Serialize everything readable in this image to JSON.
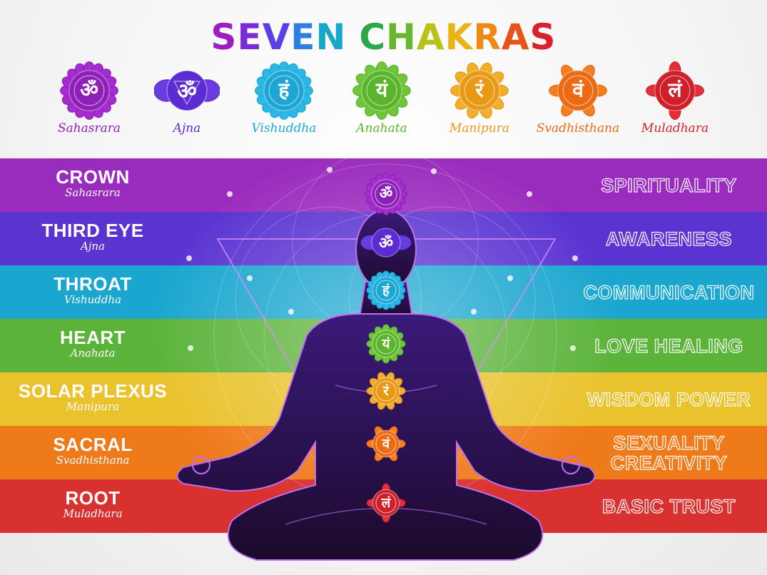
{
  "title": {
    "word1": "SEVEN",
    "word2": "CHAKRAS",
    "letters": [
      "S",
      "E",
      "V",
      "E",
      "N",
      " ",
      "C",
      "H",
      "A",
      "K",
      "R",
      "A",
      "S"
    ],
    "letter_colors": [
      "#9b1fc0",
      "#7a2bd8",
      "#5a3ee6",
      "#2e7fe0",
      "#17a7c9",
      "#ffffff",
      "#2aa84a",
      "#67b830",
      "#b9c219",
      "#e8b516",
      "#ee8a14",
      "#e5541a",
      "#d8212b"
    ]
  },
  "chakras": [
    {
      "id": "sahasrara",
      "symbol": "ॐ",
      "name": "Sahasrara",
      "band": "CROWN",
      "band_sub": "Sahasrara",
      "meaning": "SPIRITUALITY",
      "color": "#8e1fb7",
      "petal": "#a52ccf",
      "band_color": "#9a2cbd"
    },
    {
      "id": "ajna",
      "symbol": "ॐ",
      "name": "Ajna",
      "band": "THIRD EYE",
      "band_sub": "Ajna",
      "meaning": "AWARENESS",
      "color": "#5b2bd3",
      "petal": "#6b3be2",
      "band_color": "#5a33d1"
    },
    {
      "id": "vishuddha",
      "symbol": "हं",
      "name": "Vishuddha",
      "band": "THROAT",
      "band_sub": "Vishuddha",
      "meaning": "COMMUNICATION",
      "color": "#1da6d4",
      "petal": "#2cb8e6",
      "band_color": "#1aa6cf"
    },
    {
      "id": "anahata",
      "symbol": "यं",
      "name": "Anahata",
      "band": "HEART",
      "band_sub": "Anahata",
      "meaning": "LOVE HEALING",
      "color": "#5ab52c",
      "petal": "#6fc63a",
      "band_color": "#5bb33a"
    },
    {
      "id": "manipura",
      "symbol": "रं",
      "name": "Manipura",
      "band": "SOLAR PLEXUS",
      "band_sub": "Manipura",
      "meaning": "WISDOM POWER",
      "color": "#e89a16",
      "petal": "#f2ad2a",
      "band_color": "#e9c22c"
    },
    {
      "id": "svadhisthana",
      "symbol": "वं",
      "name": "Svadhisthana",
      "band": "SACRAL",
      "band_sub": "Svadhisthana",
      "meaning": "SEXUALITY\nCREATIVITY",
      "color": "#ec6a12",
      "petal": "#f47f22",
      "band_color": "#ef7a1a"
    },
    {
      "id": "muladhara",
      "symbol": "लं",
      "name": "Muladhara",
      "band": "ROOT",
      "band_sub": "Muladhara",
      "meaning": "BASIC TRUST",
      "color": "#cf1f2b",
      "petal": "#e0303a",
      "band_color": "#d8312f"
    }
  ],
  "figure": {
    "body_color": "#241038",
    "outline_color": "#c06ef0"
  }
}
